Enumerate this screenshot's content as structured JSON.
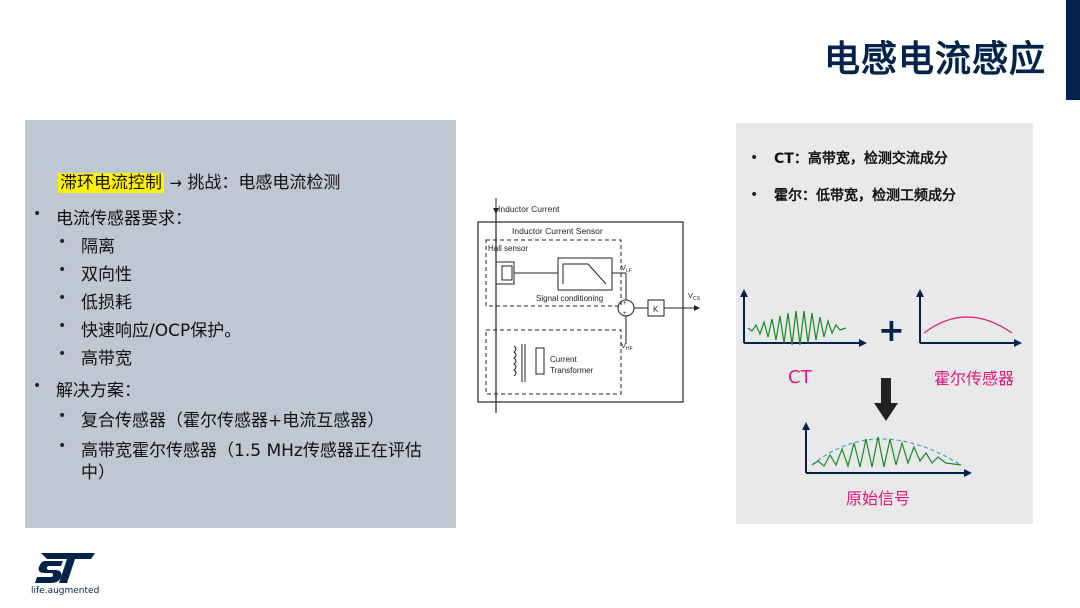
{
  "title": "电感电流感应",
  "left": {
    "hl_text": "滞环电流控制",
    "arrow": "→",
    "challenge": "挑战：电感电流检测",
    "req_title": "电流传感器要求：",
    "reqs": [
      "隔离",
      "双向性",
      "低损耗",
      "快速响应/OCP保护。",
      "高带宽"
    ],
    "sol_title": "解决方案：",
    "sol1": "复合传感器（霍尔传感器+电流互感器）",
    "sol2_line1": "高带宽霍尔传感器（1.5 MHz传感器正在评估",
    "sol2_line2": "中）"
  },
  "diagram": {
    "inductor_current": "Inductor Current",
    "sensor_box": "Inductor Current Sensor",
    "hall_sensor": "Hall sensor",
    "vlf": "V",
    "vlf_sub": "LF",
    "signal_cond": "Signal conditioning",
    "k": "K",
    "vcs": "V",
    "vcs_sub": "CS",
    "vhf": "V",
    "vhf_sub": "HF",
    "ct_line1": "Current",
    "ct_line2": "Transformer",
    "plus_sym": "+"
  },
  "right": {
    "bullet1": "CT：高带宽，检测交流成分",
    "bullet2": "霍尔：低带宽，检测工频成分",
    "plus": "+",
    "ct_label": "CT",
    "hall_label": "霍尔传感器",
    "orig_label": "原始信号",
    "accent_pink": "#e0157a",
    "wave_green": "#1a8a2a"
  },
  "logo": {
    "tagline": "life.augmented"
  }
}
